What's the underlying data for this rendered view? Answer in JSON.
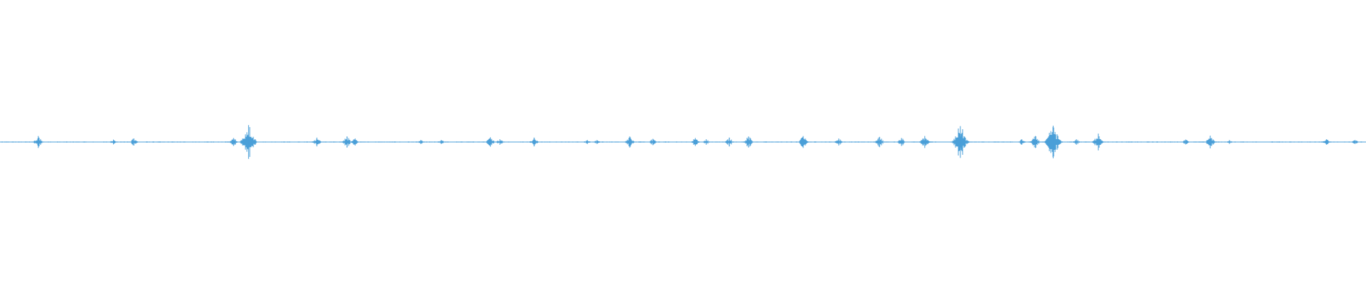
{
  "waveform": {
    "color": "#4a9fd8",
    "background": "#ffffff",
    "baseline_amplitude": 0.02,
    "spikes": [
      {
        "t": 0.028,
        "amp": 0.3
      },
      {
        "t": 0.083,
        "amp": 0.12
      },
      {
        "t": 0.098,
        "amp": 0.18
      },
      {
        "t": 0.171,
        "amp": 0.2
      },
      {
        "t": 0.182,
        "amp": 0.85
      },
      {
        "t": 0.232,
        "amp": 0.22
      },
      {
        "t": 0.254,
        "amp": 0.28
      },
      {
        "t": 0.26,
        "amp": 0.18
      },
      {
        "t": 0.308,
        "amp": 0.1
      },
      {
        "t": 0.323,
        "amp": 0.1
      },
      {
        "t": 0.359,
        "amp": 0.24
      },
      {
        "t": 0.366,
        "amp": 0.14
      },
      {
        "t": 0.391,
        "amp": 0.22
      },
      {
        "t": 0.43,
        "amp": 0.1
      },
      {
        "t": 0.437,
        "amp": 0.1
      },
      {
        "t": 0.461,
        "amp": 0.28
      },
      {
        "t": 0.478,
        "amp": 0.16
      },
      {
        "t": 0.509,
        "amp": 0.2
      },
      {
        "t": 0.517,
        "amp": 0.14
      },
      {
        "t": 0.534,
        "amp": 0.22
      },
      {
        "t": 0.548,
        "amp": 0.28
      },
      {
        "t": 0.588,
        "amp": 0.3
      },
      {
        "t": 0.614,
        "amp": 0.18
      },
      {
        "t": 0.644,
        "amp": 0.26
      },
      {
        "t": 0.66,
        "amp": 0.2
      },
      {
        "t": 0.677,
        "amp": 0.3
      },
      {
        "t": 0.703,
        "amp": 0.8
      },
      {
        "t": 0.748,
        "amp": 0.14
      },
      {
        "t": 0.758,
        "amp": 0.3
      },
      {
        "t": 0.771,
        "amp": 0.82
      },
      {
        "t": 0.788,
        "amp": 0.14
      },
      {
        "t": 0.804,
        "amp": 0.42
      },
      {
        "t": 0.868,
        "amp": 0.12
      },
      {
        "t": 0.886,
        "amp": 0.32
      },
      {
        "t": 0.9,
        "amp": 0.1
      },
      {
        "t": 0.971,
        "amp": 0.14
      },
      {
        "t": 0.992,
        "amp": 0.1
      }
    ]
  }
}
